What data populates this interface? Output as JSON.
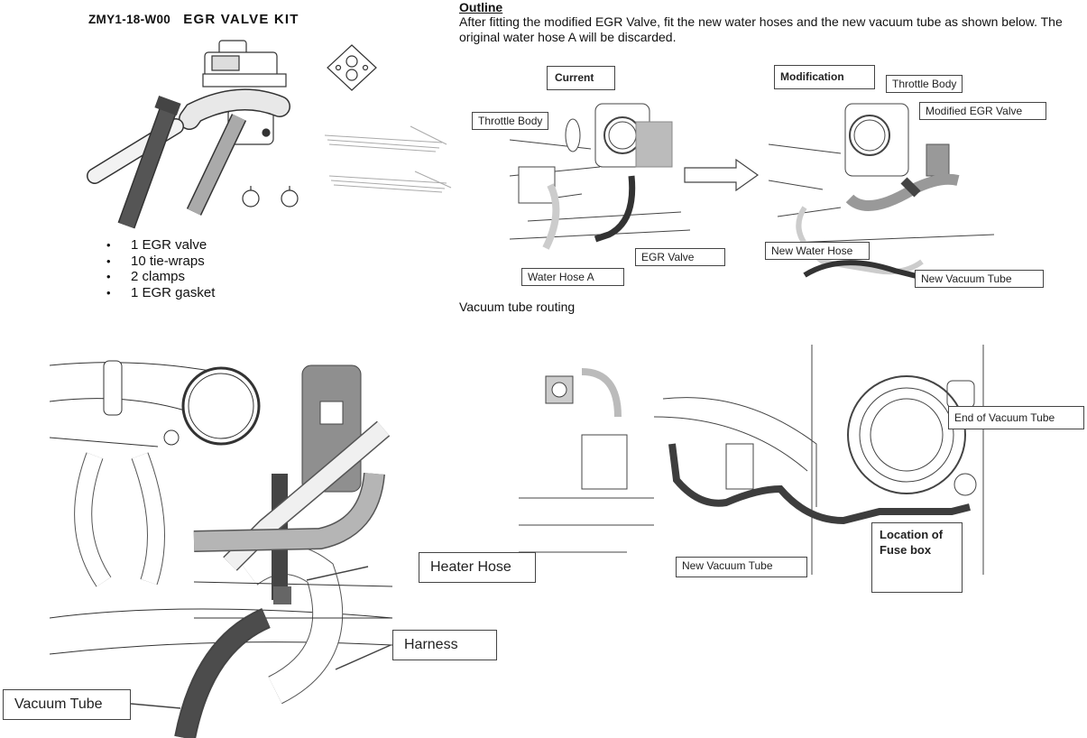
{
  "kit": {
    "code": "ZMY1-18-W00",
    "title": "EGR VALVE KIT",
    "contents": [
      "1 EGR valve",
      "10 tie-wraps",
      "2 clamps",
      "1 EGR gasket"
    ]
  },
  "outline": {
    "heading": "Outline",
    "body": "After fitting the modified EGR Valve, fit the new water hoses and the new vacuum tube as shown below. The original water hose A will be discarded."
  },
  "current_diagram": {
    "title": "Current",
    "labels": {
      "throttle_body": "Throttle Body",
      "egr_valve": "EGR Valve",
      "water_hose_a": "Water Hose A"
    }
  },
  "modification_diagram": {
    "title": "Modification",
    "labels": {
      "throttle_body": "Throttle Body",
      "modified_egr_valve": "Modified EGR Valve",
      "new_water_hose": "New Water Hose",
      "new_vacuum_tube": "New Vacuum Tube"
    }
  },
  "routing": {
    "heading": "Vacuum tube routing",
    "labels": {
      "end_of_vacuum_tube": "End of Vacuum Tube",
      "new_vacuum_tube": "New Vacuum Tube",
      "fuse_box": "Location of Fuse box"
    }
  },
  "detail_diagram": {
    "labels": {
      "heater_hose": "Heater Hose",
      "harness": "Harness",
      "vacuum_tube": "Vacuum Tube"
    }
  },
  "colors": {
    "dark_hose": "#4a4a4a",
    "light_hose": "#b8b8b8",
    "line": "#333333"
  }
}
